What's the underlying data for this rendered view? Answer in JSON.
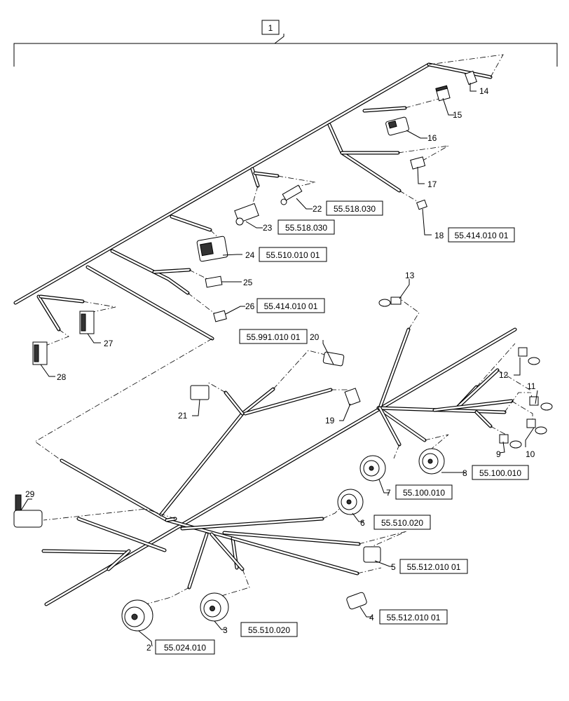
{
  "assembly_number": "1",
  "callouts": [
    {
      "number": "2",
      "ref": "55.024.010"
    },
    {
      "number": "3",
      "ref": "55.510.020"
    },
    {
      "number": "4",
      "ref": "55.512.010 01"
    },
    {
      "number": "5",
      "ref": "55.512.010 01"
    },
    {
      "number": "6",
      "ref": "55.510.020"
    },
    {
      "number": "7",
      "ref": "55.100.010"
    },
    {
      "number": "8",
      "ref": "55.100.010"
    },
    {
      "number": "9",
      "ref": ""
    },
    {
      "number": "10",
      "ref": ""
    },
    {
      "number": "11",
      "ref": ""
    },
    {
      "number": "12",
      "ref": ""
    },
    {
      "number": "13",
      "ref": ""
    },
    {
      "number": "14",
      "ref": ""
    },
    {
      "number": "15",
      "ref": ""
    },
    {
      "number": "16",
      "ref": ""
    },
    {
      "number": "17",
      "ref": ""
    },
    {
      "number": "18",
      "ref": "55.414.010 01"
    },
    {
      "number": "19",
      "ref": ""
    },
    {
      "number": "20",
      "ref": "55.991.010 01"
    },
    {
      "number": "21",
      "ref": ""
    },
    {
      "number": "22",
      "ref": "55.518.030"
    },
    {
      "number": "23",
      "ref": "55.518.030"
    },
    {
      "number": "24",
      "ref": "55.510.010 01"
    },
    {
      "number": "25",
      "ref": ""
    },
    {
      "number": "26",
      "ref": "55.414.010 01"
    },
    {
      "number": "27",
      "ref": ""
    },
    {
      "number": "28",
      "ref": ""
    },
    {
      "number": "29",
      "ref": ""
    }
  ]
}
